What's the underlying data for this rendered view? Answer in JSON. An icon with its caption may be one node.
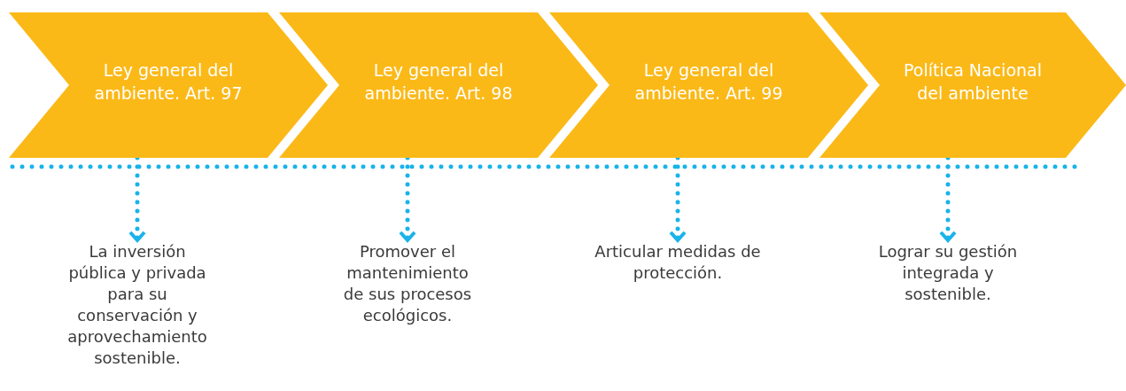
{
  "diagram": {
    "nodes": [
      {
        "text": [
          "Ley general del ambiente. Art. 97"
        ]
      },
      {
        "text": [
          "Ley general del ambiente. Art. 98"
        ]
      },
      {
        "text": [
          "Ley general del ambiente. Art. 99"
        ]
      },
      {
        "text": [
          "Política Nacional del ambiente"
        ]
      },
      {
        "text": [
          "La inversión pública y privada para su conservación y aprovechamiento sostenible."
        ]
      },
      {
        "text": [
          "Promover el mantenimiento de sus procesos ecológicos."
        ]
      },
      {
        "text": [
          "Articular medidas de protección."
        ]
      },
      {
        "text": [
          "Lograr su gestión integrada y sostenible."
        ]
      }
    ],
    "edges": [
      {
        "from": 0,
        "to": 4,
        "arrow": "to",
        "style": "dashed"
      },
      {
        "from": 1,
        "to": 5,
        "arrow": "to",
        "style": "dashed"
      },
      {
        "from": 2,
        "to": 6,
        "arrow": "to",
        "style": "dashed"
      },
      {
        "from": 3,
        "to": 7,
        "arrow": "to",
        "style": "dashed"
      }
    ]
  }
}
